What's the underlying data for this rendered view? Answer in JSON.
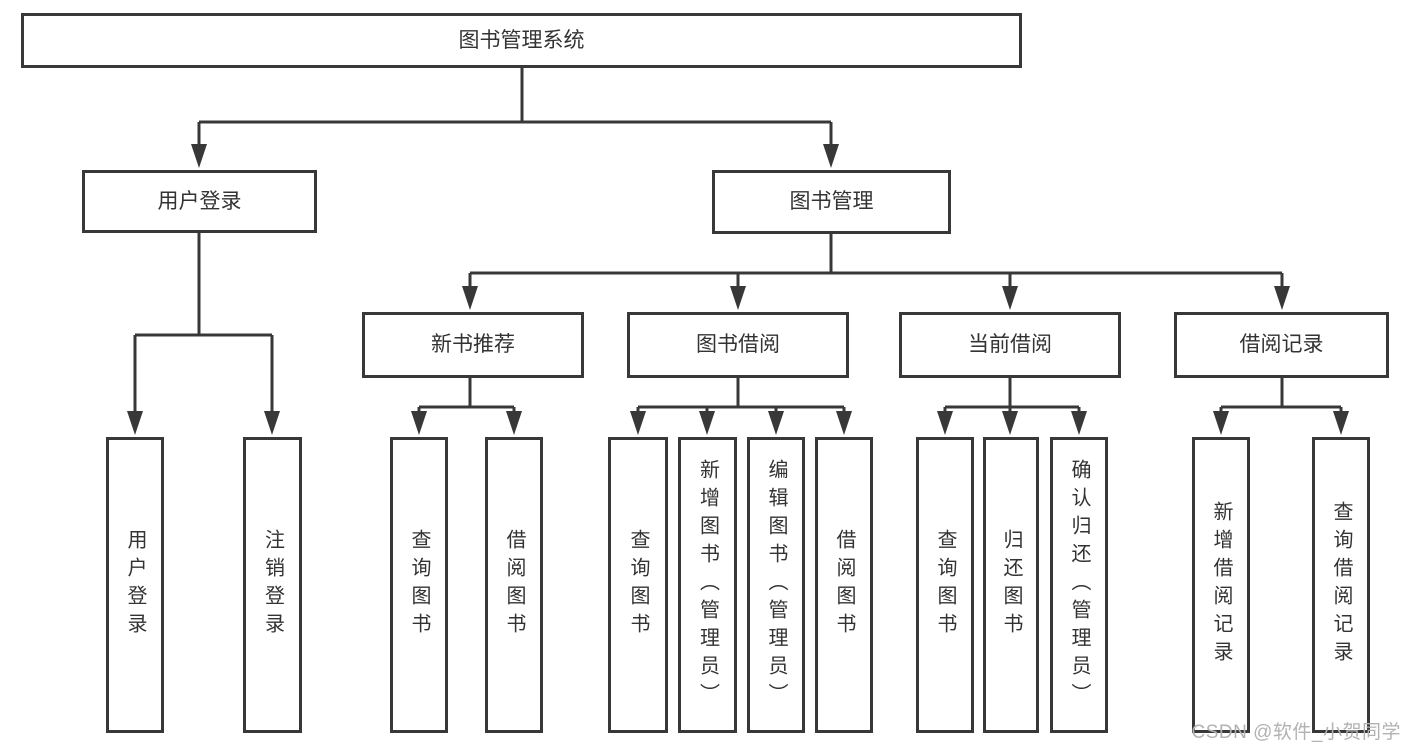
{
  "diagram": {
    "title": "图书管理系统",
    "type": "hierarchy-tree",
    "nodes": {
      "root": {
        "label": "图书管理系统"
      },
      "user_login": {
        "label": "用户登录"
      },
      "book_mgmt": {
        "label": "图书管理"
      },
      "new_books": {
        "label": "新书推荐"
      },
      "book_borrow": {
        "label": "图书借阅"
      },
      "current_borrow": {
        "label": "当前借阅"
      },
      "borrow_records": {
        "label": "借阅记录"
      },
      "leaf_user_login": {
        "label": "用户登录"
      },
      "leaf_logout": {
        "label": "注销登录"
      },
      "leaf_nb_search": {
        "label": "查询图书"
      },
      "leaf_nb_borrow": {
        "label": "借阅图书"
      },
      "leaf_bb_search": {
        "label": "查询图书"
      },
      "leaf_bb_add": {
        "label": "新增图书（管理员）"
      },
      "leaf_bb_edit": {
        "label": "编辑图书（管理员）"
      },
      "leaf_bb_borrow": {
        "label": "借阅图书"
      },
      "leaf_cb_search": {
        "label": "查询图书"
      },
      "leaf_cb_return": {
        "label": "归还图书"
      },
      "leaf_cb_confirm": {
        "label": "确认归还（管理员）"
      },
      "leaf_br_add": {
        "label": "新增借阅记录"
      },
      "leaf_br_search": {
        "label": "查询借阅记录"
      }
    },
    "hierarchy": {
      "label": "图书管理系统",
      "children": [
        {
          "label": "用户登录",
          "children": [
            "用户登录",
            "注销登录"
          ]
        },
        {
          "label": "图书管理",
          "children": [
            {
              "label": "新书推荐",
              "children": [
                "查询图书",
                "借阅图书"
              ]
            },
            {
              "label": "图书借阅",
              "children": [
                "查询图书",
                "新增图书（管理员）",
                "编辑图书（管理员）",
                "借阅图书"
              ]
            },
            {
              "label": "当前借阅",
              "children": [
                "查询图书",
                "归还图书",
                "确认归还（管理员）"
              ]
            },
            {
              "label": "借阅记录",
              "children": [
                "新增借阅记录",
                "查询借阅记录"
              ]
            }
          ]
        }
      ]
    }
  },
  "watermark": {
    "text": "CSDN @软件_小贺同学"
  },
  "colors": {
    "line": "#383838",
    "box_border": "#383838",
    "text": "#333333",
    "background": "#ffffff",
    "watermark_text": "#b2b2b2"
  }
}
